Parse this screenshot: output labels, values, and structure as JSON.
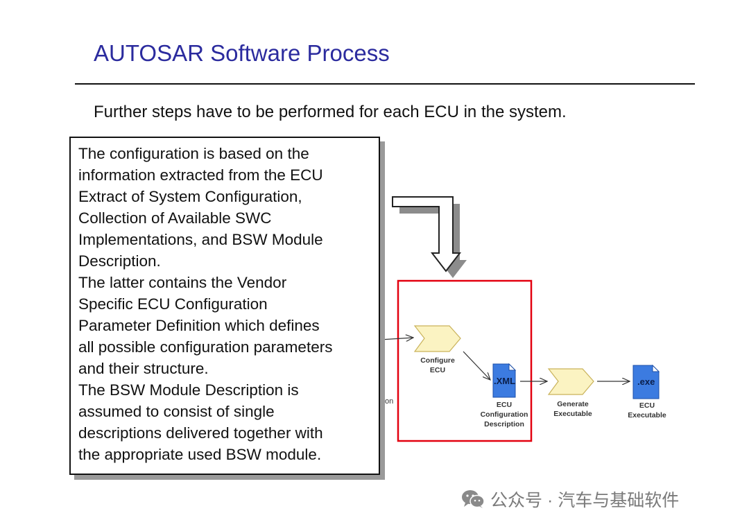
{
  "title": "AUTOSAR Software Process",
  "subtitle": "Further steps have to be performed for each ECU in the system.",
  "callout": {
    "lines": [
      "The configuration is based on the",
      "information extracted from the ECU",
      "Extract of System Configuration,",
      "Collection of Available SWC",
      "Implementations, and BSW Module",
      "Description.",
      "The latter contains the Vendor",
      "Specific ECU Configuration",
      "Parameter Definition which defines",
      "all possible configuration parameters",
      "and their structure.",
      "The BSW Module Description is",
      "assumed to consist of single",
      "descriptions delivered together with",
      "the appropriate used BSW module."
    ]
  },
  "diagram": {
    "configure_label": [
      "Configure",
      "ECU"
    ],
    "xml_doc_text": ".XML",
    "xml_doc_label": [
      "ECU",
      "Configuration",
      "Description"
    ],
    "generate_label": [
      "Generate",
      "Executable"
    ],
    "exe_doc_text": ".exe",
    "exe_doc_label": [
      "ECU",
      "Executable"
    ],
    "hidden_fragment": "on",
    "highlight_color": "#e3000f",
    "step_fill": "#fbf3c2",
    "doc_fill": "#3c7be0"
  },
  "watermark": {
    "icon": "wechat-icon",
    "text": "公众号 · 汽车与基础软件"
  }
}
